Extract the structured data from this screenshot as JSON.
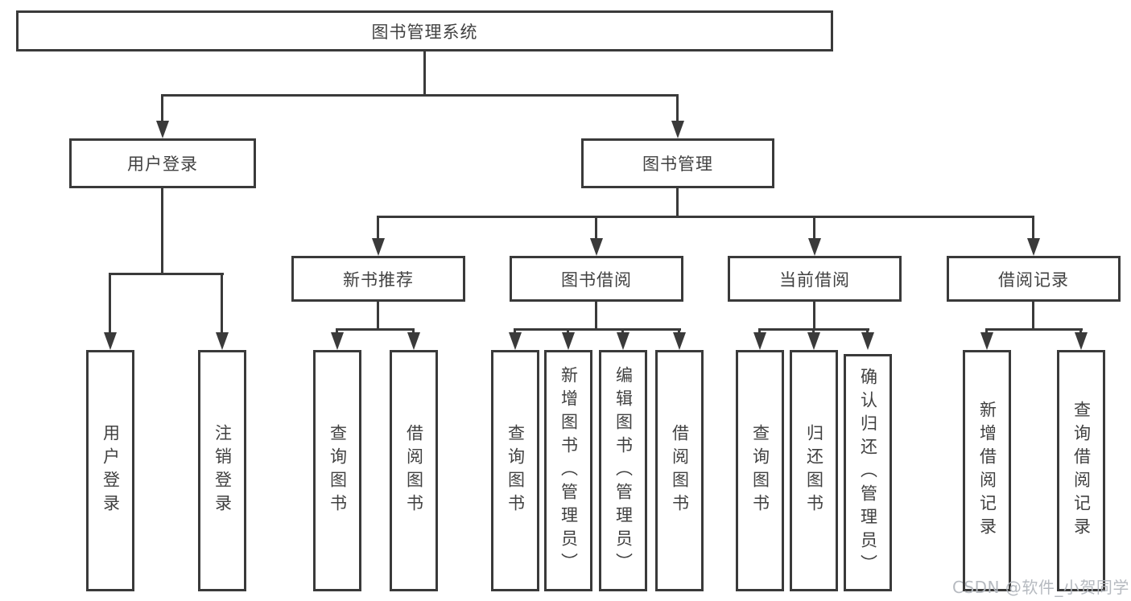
{
  "tree": {
    "label": "图书管理系统",
    "children": [
      {
        "label": "用户登录",
        "children": [
          {
            "label": "用户登录"
          },
          {
            "label": "注销登录"
          }
        ]
      },
      {
        "label": "图书管理",
        "children": [
          {
            "label": "新书推荐",
            "children": [
              {
                "label": "查询图书"
              },
              {
                "label": "借阅图书"
              }
            ]
          },
          {
            "label": "图书借阅",
            "children": [
              {
                "label": "查询图书"
              },
              {
                "label": "新增图书（管理员）"
              },
              {
                "label": "编辑图书（管理员）"
              },
              {
                "label": "借阅图书"
              }
            ]
          },
          {
            "label": "当前借阅",
            "children": [
              {
                "label": "查询图书"
              },
              {
                "label": "归还图书"
              },
              {
                "label": "确认归还（管理员）"
              }
            ]
          },
          {
            "label": "借阅记录",
            "children": [
              {
                "label": "新增借阅记录"
              },
              {
                "label": "查询借阅记录"
              }
            ]
          }
        ]
      }
    ]
  },
  "watermark": {
    "text": "CSDN @软件_小贺同学"
  },
  "colors": {
    "line": "#3a3a3a",
    "text": "#414141",
    "box_background": "#ffffff",
    "watermark": "#b3b7bd"
  }
}
